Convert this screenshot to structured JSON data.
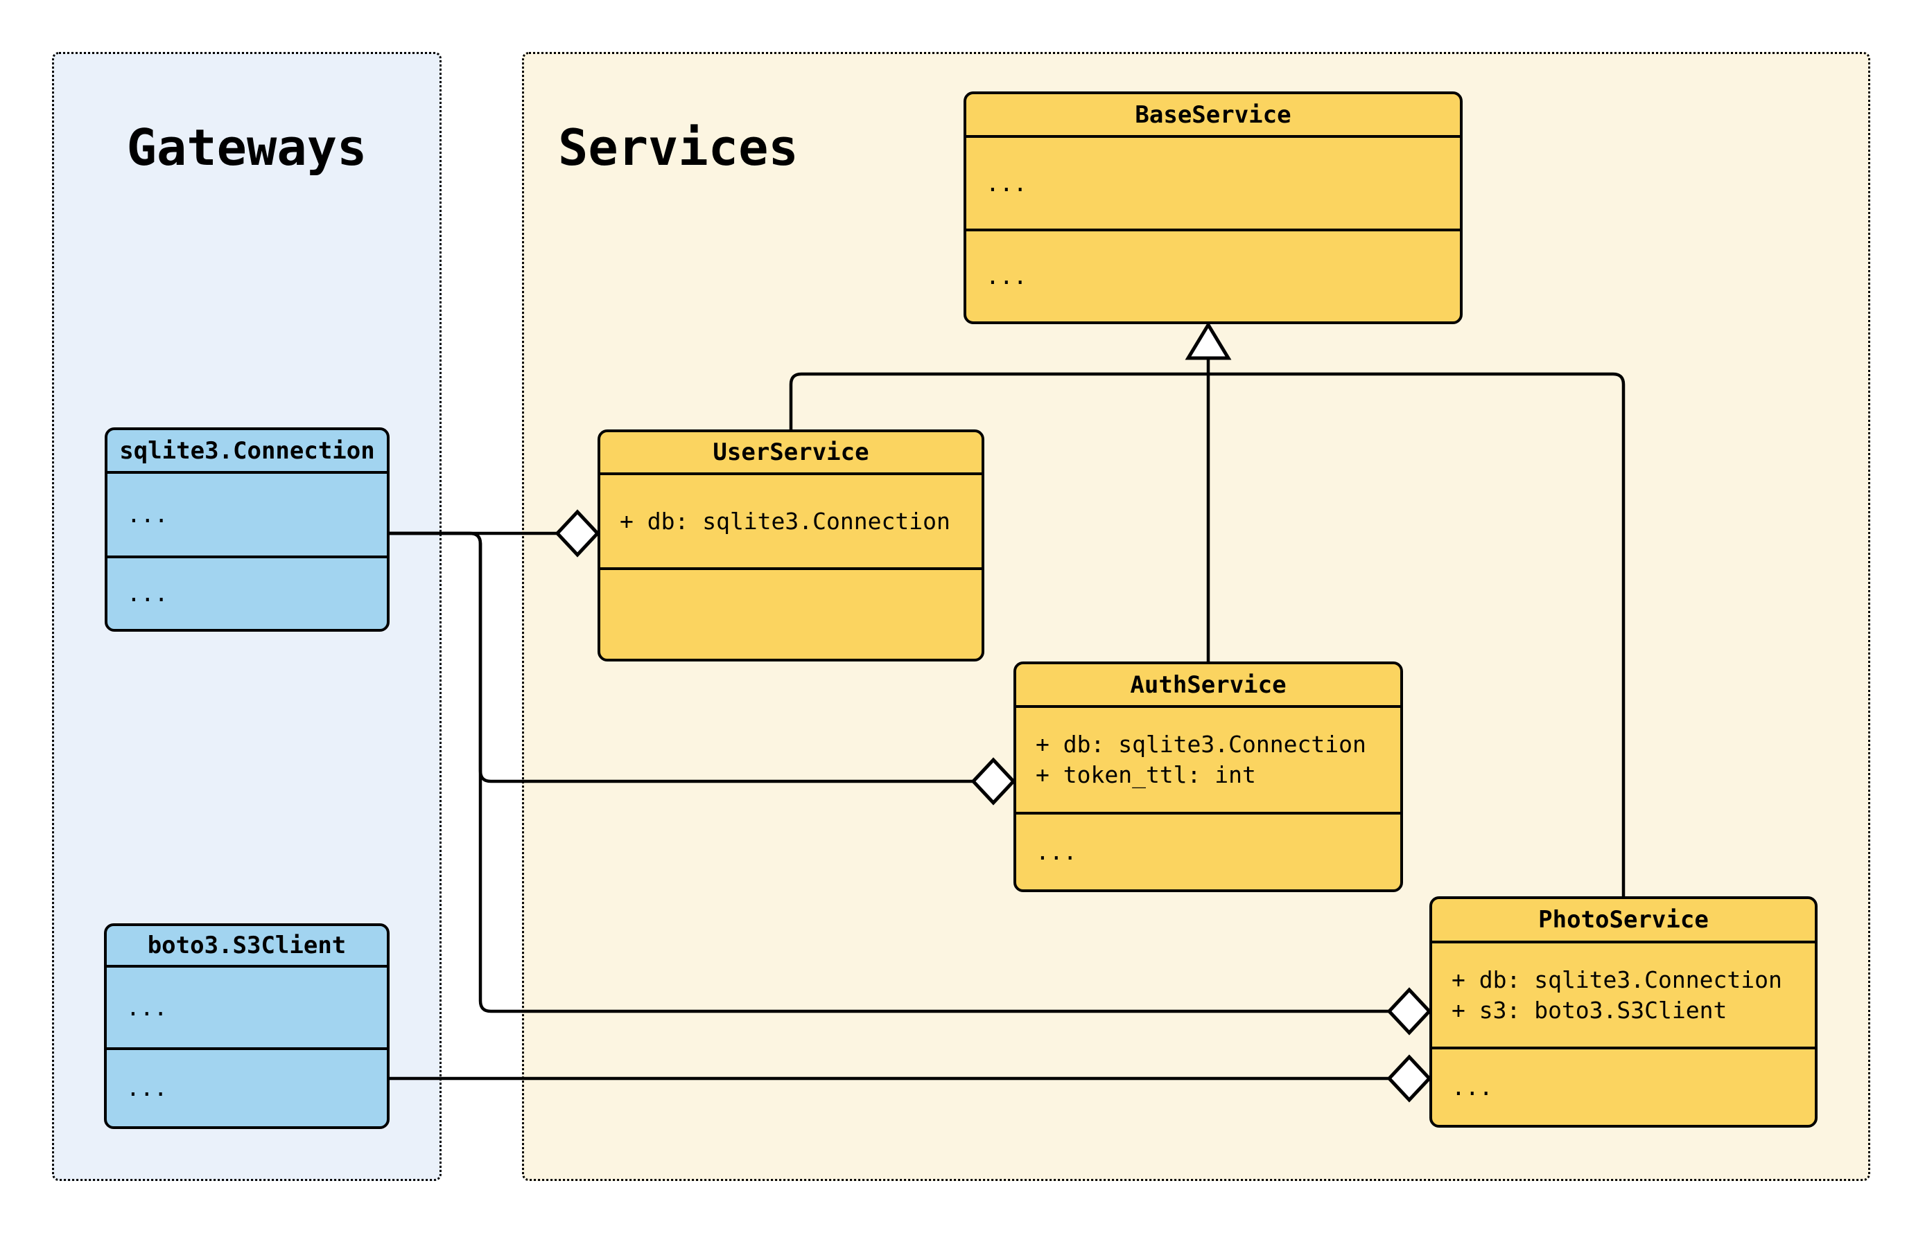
{
  "diagram_type": "uml-class-diagram",
  "colors": {
    "canvas_bg": "#FFFFFF",
    "service_class_fill": "#FBD460",
    "gateway_class_fill": "#A2D4F0",
    "gateways_group_bg": "#EAF1FA",
    "services_group_bg": "#FCF5E1",
    "line_color": "#000000"
  },
  "groups": {
    "gateways": {
      "title": "Gateways"
    },
    "services": {
      "title": "Services"
    }
  },
  "classes": {
    "base_service": {
      "name": "BaseService",
      "attributes": [
        "..."
      ],
      "methods": [
        "..."
      ]
    },
    "user_service": {
      "name": "UserService",
      "attributes": [
        "+ db: sqlite3.Connection"
      ],
      "methods": []
    },
    "auth_service": {
      "name": "AuthService",
      "attributes": [
        "+ db: sqlite3.Connection",
        "+ token_ttl: int"
      ],
      "methods": [
        "..."
      ]
    },
    "photo_service": {
      "name": "PhotoService",
      "attributes": [
        "+ db: sqlite3.Connection",
        "+ s3: boto3.S3Client"
      ],
      "methods": [
        "..."
      ]
    },
    "sqlite_connection": {
      "name": "sqlite3.Connection",
      "attributes": [
        "..."
      ],
      "methods": [
        "..."
      ]
    },
    "boto3_s3client": {
      "name": "boto3.S3Client",
      "attributes": [
        "..."
      ],
      "methods": [
        "..."
      ]
    }
  },
  "relationships": [
    {
      "type": "inheritance",
      "from": "UserService",
      "to": "BaseService"
    },
    {
      "type": "inheritance",
      "from": "AuthService",
      "to": "BaseService"
    },
    {
      "type": "inheritance",
      "from": "PhotoService",
      "to": "BaseService"
    },
    {
      "type": "aggregation",
      "from": "sqlite3.Connection",
      "to": "UserService"
    },
    {
      "type": "aggregation",
      "from": "sqlite3.Connection",
      "to": "AuthService"
    },
    {
      "type": "aggregation",
      "from": "sqlite3.Connection",
      "to": "PhotoService"
    },
    {
      "type": "aggregation",
      "from": "boto3.S3Client",
      "to": "PhotoService"
    }
  ]
}
